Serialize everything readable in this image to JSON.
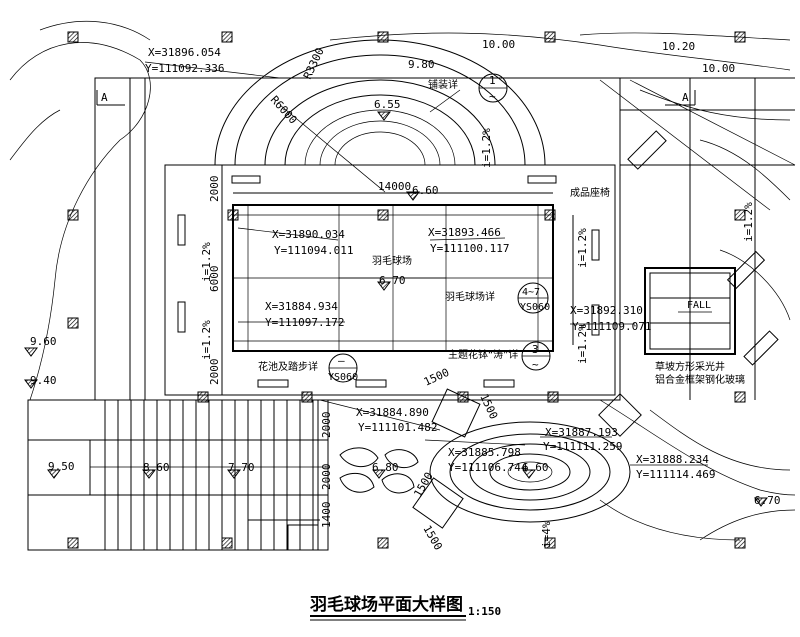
{
  "title": "羽毛球场平面大样图",
  "scale": "1:150",
  "coordinates": [
    {
      "x": "X=31896.054",
      "y": "Y=111092.336"
    },
    {
      "x": "X=31890.034",
      "y": "Y=111094.011"
    },
    {
      "x": "X=31893.466",
      "y": "Y=111100.117"
    },
    {
      "x": "X=31884.934",
      "y": "Y=111097.172"
    },
    {
      "x": "X=31892.310",
      "y": "Y=111109.071"
    },
    {
      "x": "X=31884.890",
      "y": "Y=111101.482"
    },
    {
      "x": "X=31885.798",
      "y": "Y=111106.744"
    },
    {
      "x": "X=31887.193",
      "y": "Y=111111.259"
    },
    {
      "x": "X=31888.234",
      "y": "Y=111114.469"
    }
  ],
  "elevations": [
    "10.00",
    "10.20",
    "10.00",
    "9.80",
    "6.55",
    "6.60",
    "6.70",
    "9.60",
    "9.40",
    "9.50",
    "8.60",
    "7.70",
    "6.80",
    "6.60",
    "6.70"
  ],
  "dimensions": [
    "R3300",
    "R6000",
    "14000",
    "2000",
    "6000",
    "2000",
    "2000",
    "2000",
    "1400",
    "1500",
    "1500",
    "1500",
    "1500"
  ],
  "slopes": [
    "i=1.2%",
    "i=1.2%",
    "i=1.2%",
    "i=1.2%",
    "i=1.2%",
    "i=1.2%",
    "i=4%"
  ],
  "section_marks": [
    "A",
    "A"
  ],
  "labels": {
    "paving": "铺装详",
    "bench": "成品座椅",
    "court": "羽毛球场",
    "court_detail": "羽毛球场详",
    "planter": "花池及踏步详",
    "feature": "主题花钵“涛”详",
    "fall": "FALL",
    "skylight_1": "草坡方形采光井",
    "skylight_2": "铝合金框架钢化玻璃"
  },
  "callouts": [
    {
      "num": "1",
      "sub": "~"
    },
    {
      "num": "4~7",
      "sub": "YS060"
    },
    {
      "num": "3",
      "sub": "~"
    },
    {
      "num": "—",
      "sub": "YS060"
    }
  ]
}
